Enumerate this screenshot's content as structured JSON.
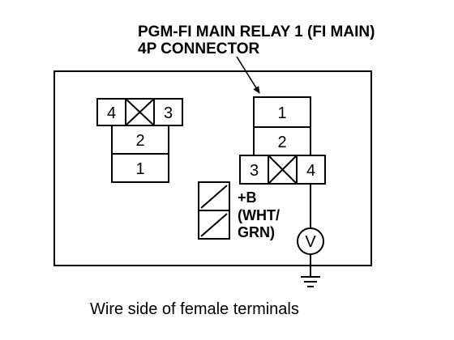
{
  "title": {
    "line1": "PGM-FI MAIN RELAY 1 (FI MAIN)",
    "line2": "4P CONNECTOR"
  },
  "left_connector": {
    "pins": {
      "p4": "4",
      "p3": "3",
      "p2": "2",
      "p1": "1"
    }
  },
  "right_connector": {
    "pins": {
      "p1": "1",
      "p2": "2",
      "p3": "3",
      "p4": "4"
    }
  },
  "wire_label": {
    "line1": "+B",
    "line2": "(WHT/",
    "line3": "GRN)"
  },
  "voltmeter": {
    "symbol": "V"
  },
  "caption": "Wire side of female terminals"
}
